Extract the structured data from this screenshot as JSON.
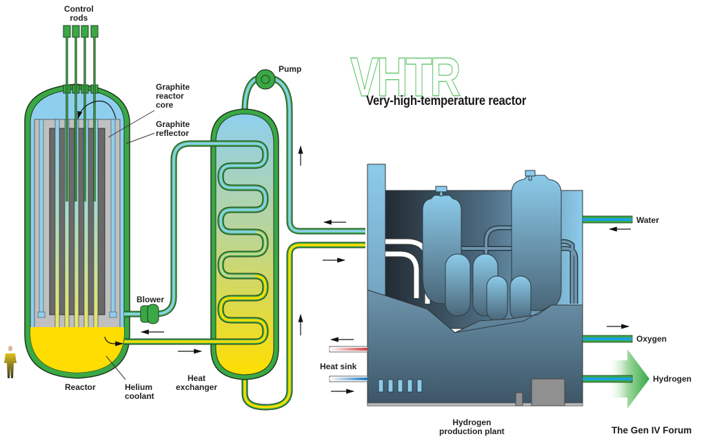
{
  "title": {
    "acronym": "VHTR",
    "full_name": "Very-high-temperature reactor"
  },
  "credit": "The Gen IV Forum",
  "labels": {
    "control_rods": "Control\nrods",
    "graphite_core": "Graphite\nreactor\ncore",
    "graphite_reflector": "Graphite\nreflector",
    "pump": "Pump",
    "blower": "Blower",
    "reactor": "Reactor",
    "helium_coolant": "Helium\ncoolant",
    "heat_exchanger": "Heat\nexchanger",
    "heat_sink": "Heat sink",
    "water": "Water",
    "oxygen": "Oxygen",
    "hydrogen": "Hydrogen",
    "hydrogen_plant": "Hydrogen\nproduction plant"
  },
  "colors": {
    "vessel_green": "#3aa845",
    "outline_dark": "#2a4a2a",
    "coolant_cold": "#8ecfee",
    "coolant_hot": "#ffdd00",
    "graphite_light": "#c0c0c0",
    "graphite_dark": "#6a6a6a",
    "plant_dark": "#2b3a45",
    "plant_mid": "#58788c",
    "plant_light": "#8cc8e8",
    "title_outline": "#4fbf5a",
    "hot_sink": "#d33a3a",
    "cold_sink": "#1a78c2",
    "output_pipe": "#1aa0e0"
  }
}
